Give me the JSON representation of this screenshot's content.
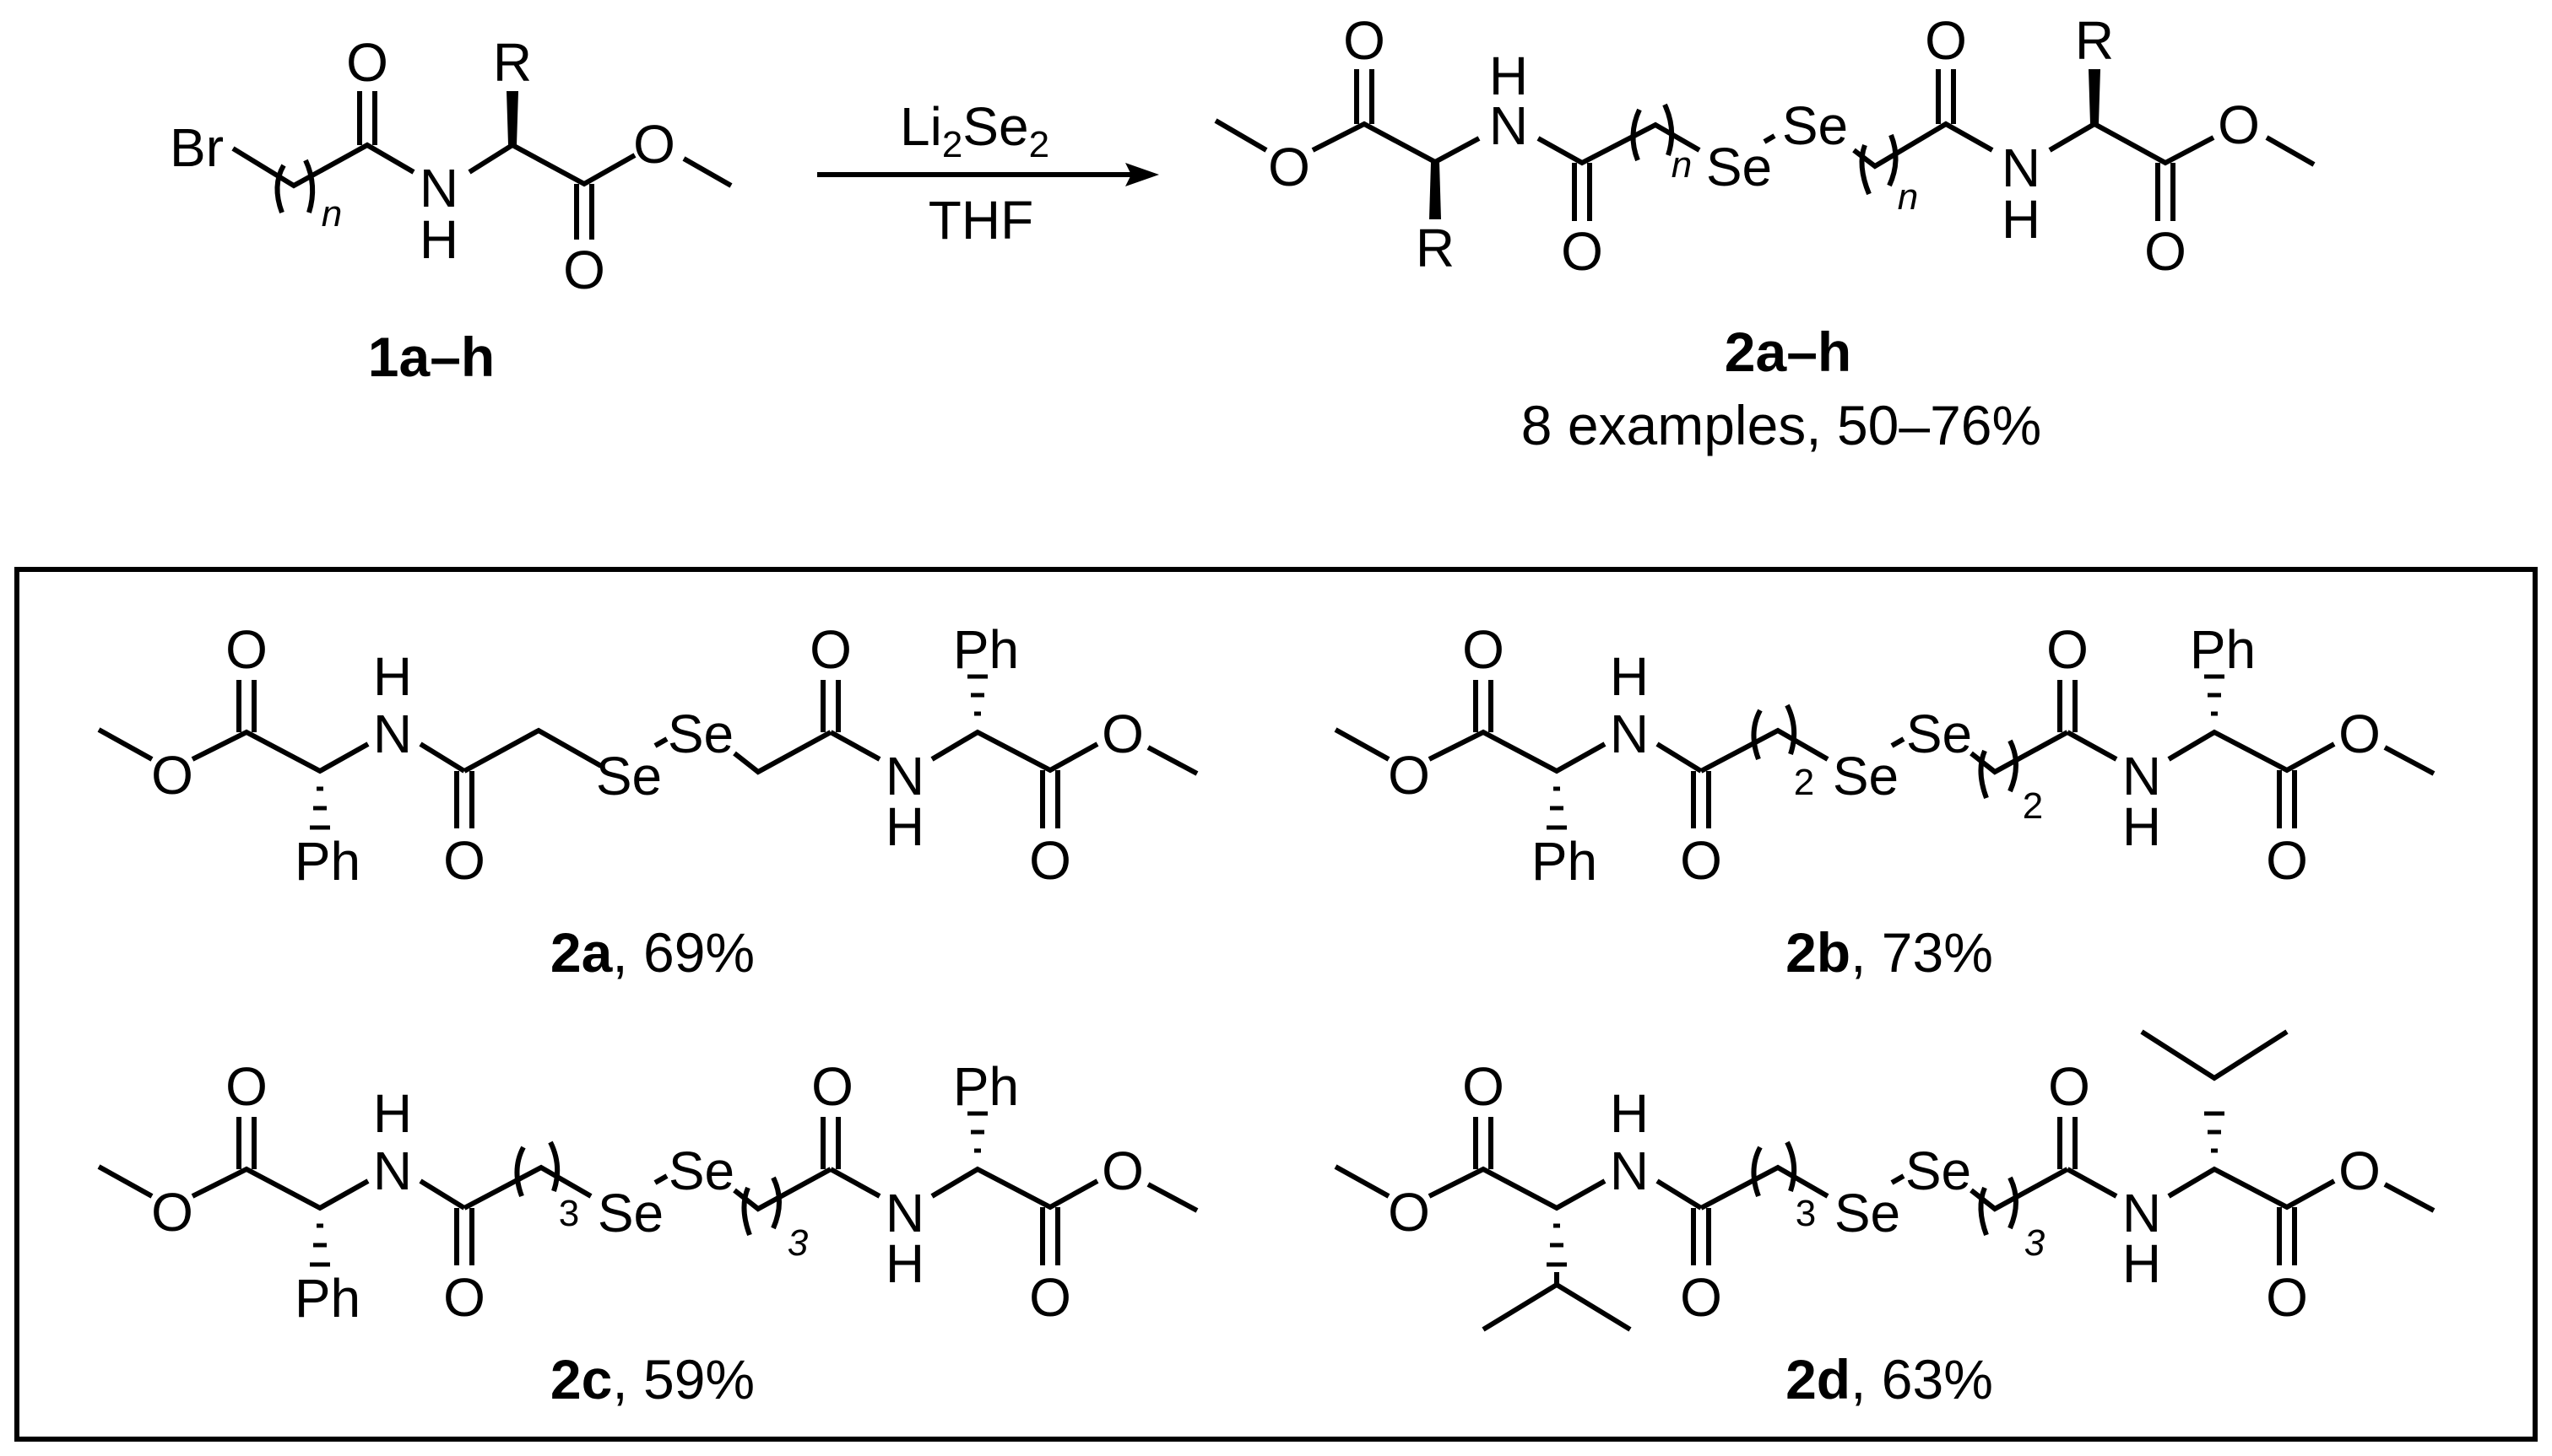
{
  "scheme": {
    "colors": {
      "ink": "#000000",
      "background": "#ffffff"
    },
    "reaction": {
      "reactant": {
        "label": "1a–h",
        "atoms": {
          "Br": "Br",
          "O_amide": "O",
          "R": "R",
          "N": "N",
          "H": "H",
          "O_ester": "O",
          "O_carbonyl": "O",
          "n": "n"
        }
      },
      "reagents": {
        "above_main": "Li",
        "above_sub1": "2",
        "above_main2": "Se",
        "above_sub2": "2",
        "below": "THF"
      },
      "arrow": "arrow-right",
      "product": {
        "label": "2a–h",
        "summary": "8 examples, 50–76%",
        "atoms": {
          "O": "O",
          "R": "R",
          "N": "N",
          "H": "H",
          "Se": "Se",
          "n": "n"
        }
      }
    },
    "examples_box": {
      "compounds": [
        {
          "id": "2a",
          "yield": "69%",
          "n": "",
          "substituent": "Ph"
        },
        {
          "id": "2b",
          "yield": "73%",
          "n": "2",
          "substituent": "Ph"
        },
        {
          "id": "2c",
          "yield": "59%",
          "n": "3",
          "substituent": "Ph"
        },
        {
          "id": "2d",
          "yield": "63%",
          "n": "3",
          "substituent": "iPr"
        }
      ],
      "atoms": {
        "O": "O",
        "N": "N",
        "H": "H",
        "Se": "Se",
        "Ph": "Ph"
      }
    }
  }
}
